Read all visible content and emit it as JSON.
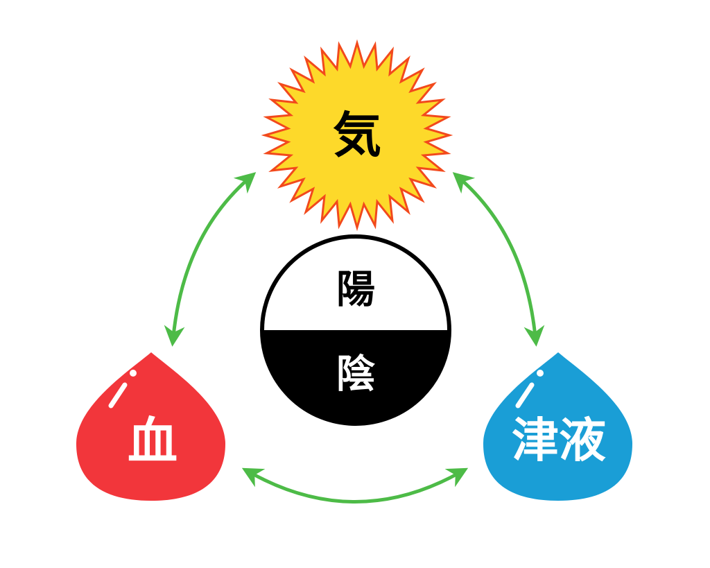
{
  "diagram": {
    "qi_label": "気",
    "yang_label": "陽",
    "yin_label": "陰",
    "blood_label": "血",
    "fluids_label": "津液"
  },
  "colors": {
    "sun_fill": "#FDD92A",
    "sun_stroke": "#F2491C",
    "blood": "#F2363B",
    "fluids": "#1A9ED6",
    "arrow": "#4DBB47",
    "yin": "#000000",
    "yang": "#FFFFFF"
  }
}
